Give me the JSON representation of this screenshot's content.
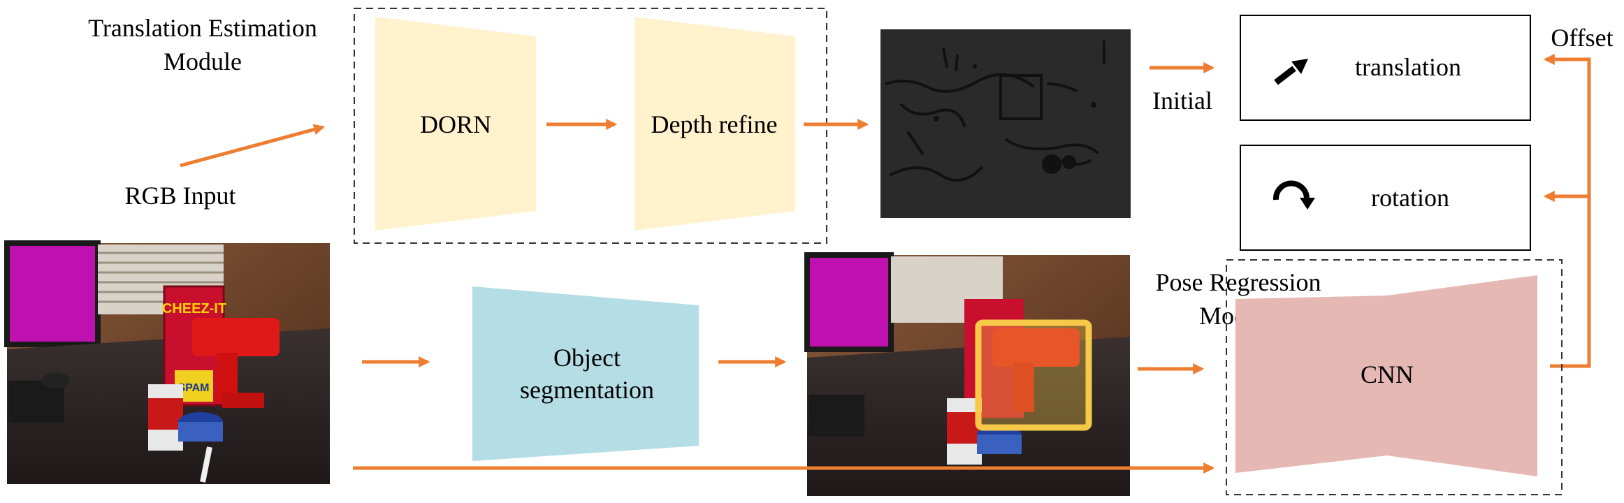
{
  "labels": {
    "module_translation_line1": "Translation Estimation",
    "module_translation_line2": "Module",
    "rgb_input": "RGB Input",
    "dorn": "DORN",
    "depth_refine": "Depth refine",
    "initial": "Initial",
    "translation": "translation",
    "rotation": "rotation",
    "offset": "Offset",
    "object_seg_line1": "Object",
    "object_seg_line2": "segmentation",
    "module_pose_line1": "Pose Regression",
    "module_pose_line2": "Module",
    "cnn": "CNN",
    "cereal_box_text": "CHEEZ-IT",
    "spam_text": "SPAM"
  },
  "colors": {
    "arrow": "#ED7D31",
    "dorn_fill": "#FFF2CC",
    "segmentation_fill": "#B4DDE6",
    "cnn_fill": "#E6B8B4",
    "depth_map": "#2a2a2a",
    "bbox": "#F7C948",
    "dashed_border": "#333333"
  },
  "icons": {
    "translation": "arrow-up-right-icon",
    "rotation": "rotate-clockwise-icon"
  }
}
